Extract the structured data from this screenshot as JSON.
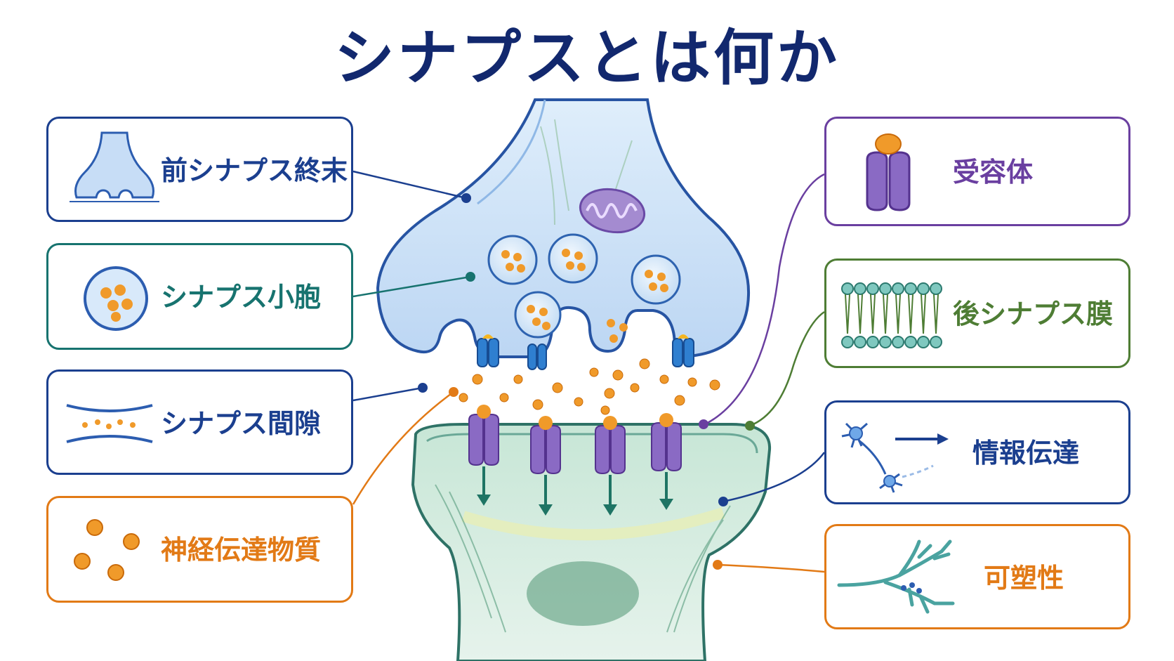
{
  "title": "シナプスとは何か",
  "colors": {
    "title": "#12286e",
    "blue": "#1b3f8f",
    "teal": "#17736f",
    "orange": "#e27a16",
    "purple": "#6a3fa0",
    "green": "#4e7d34",
    "presynaptic_fill": "#cfe2f7",
    "postsynaptic_fill": "#d2eadf"
  },
  "labels_left": [
    {
      "id": "presynaptic-terminal",
      "text": "前シナプス終末",
      "icon": "presynaptic-terminal-icon",
      "color": "#1b3f8f"
    },
    {
      "id": "synaptic-vesicle",
      "text": "シナプス小胞",
      "icon": "synaptic-vesicle-icon",
      "color": "#17736f"
    },
    {
      "id": "synaptic-cleft",
      "text": "シナプス間隙",
      "icon": "synaptic-cleft-icon",
      "color": "#1b3f8f"
    },
    {
      "id": "neurotransmitter",
      "text": "神経伝達物質",
      "icon": "neurotransmitter-icon",
      "color": "#e27a16"
    }
  ],
  "labels_right": [
    {
      "id": "receptor",
      "text": "受容体",
      "icon": "receptor-icon",
      "color": "#6a3fa0"
    },
    {
      "id": "postsynaptic-membrane",
      "text": "後シナプス膜",
      "icon": "membrane-icon",
      "color": "#4e7d34"
    },
    {
      "id": "signal-transmission",
      "text": "情報伝達",
      "icon": "neuron-signal-icon",
      "color": "#1b3f8f"
    },
    {
      "id": "plasticity",
      "text": "可塑性",
      "icon": "dendrite-icon",
      "color": "#e27a16"
    }
  ]
}
